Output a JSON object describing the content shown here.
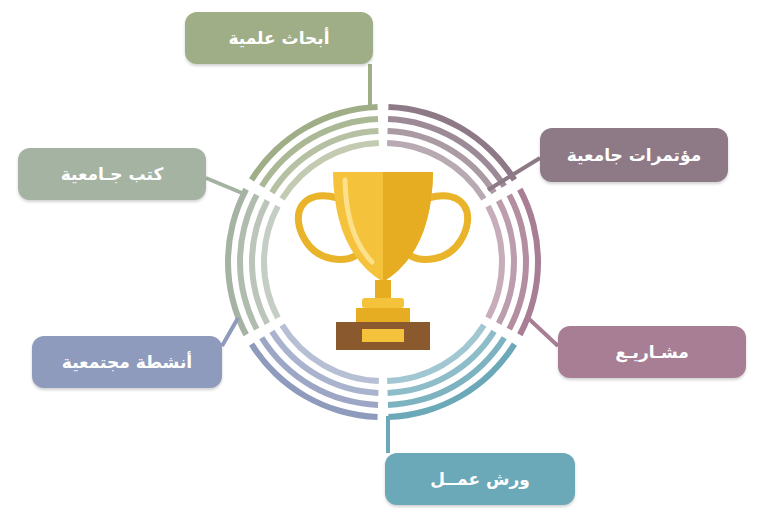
{
  "diagram": {
    "nodes": [
      {
        "text": [
          "أبحاث علمية"
        ]
      },
      {
        "text": [
          "مؤتمرات جامعية"
        ]
      },
      {
        "text": [
          "كتب جـامعية"
        ]
      },
      {
        "text": [
          "مشـاريـع"
        ]
      },
      {
        "text": [
          "أنشطة مجتمعية"
        ]
      },
      {
        "text": [
          "ورش عمــل"
        ]
      }
    ]
  }
}
